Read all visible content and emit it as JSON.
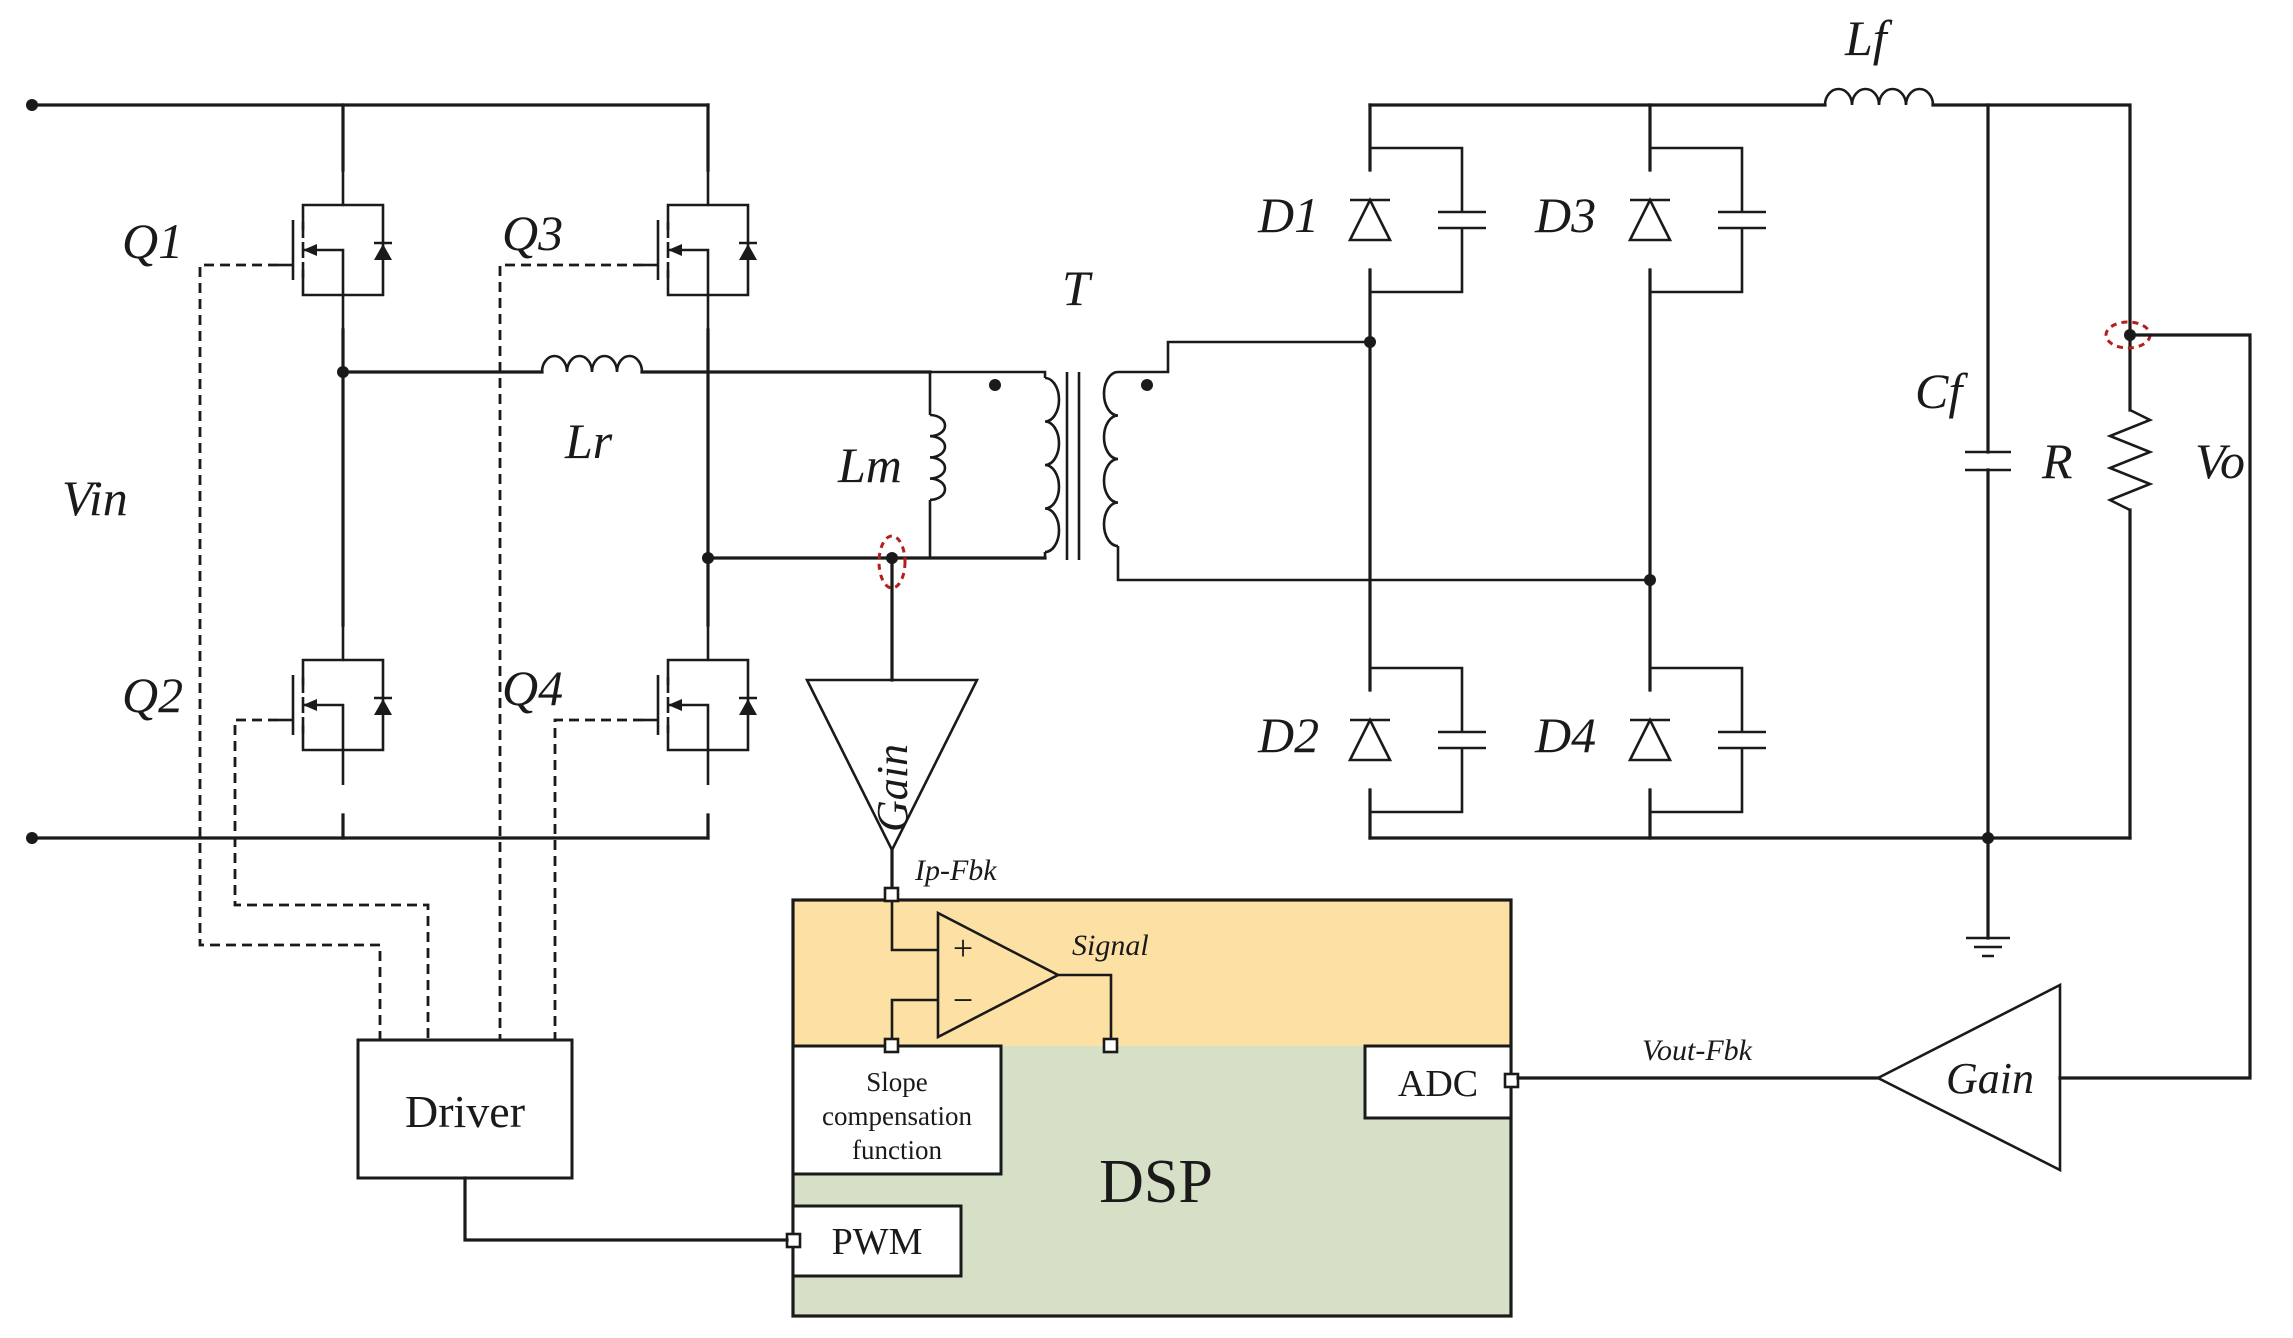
{
  "labels": {
    "q1": "Q1",
    "q2": "Q2",
    "q3": "Q3",
    "q4": "Q4",
    "vin": "Vin",
    "lr": "Lr",
    "lm": "Lm",
    "t": "T",
    "d1": "D1",
    "d2": "D2",
    "d3": "D3",
    "d4": "D4",
    "lf": "Lf",
    "cf": "Cf",
    "r": "R",
    "vo": "Vo",
    "gain_primary": "Gain",
    "gain_output": "Gain",
    "ip_fbk": "Ip-Fbk",
    "signal": "Signal",
    "vout_fbk": "Vout-Fbk",
    "plus": "+",
    "minus": "−"
  },
  "blocks": {
    "driver": "Driver",
    "dsp": "DSP",
    "adc": "ADC",
    "pwm": "PWM",
    "slope": [
      "Slope",
      "compensation",
      "function"
    ]
  },
  "colors": {
    "dsp_top": "#fde1a4",
    "dsp_bottom": "#d6e0c6",
    "highlight": "#b41e1e",
    "wire": "#1a1a1a"
  }
}
